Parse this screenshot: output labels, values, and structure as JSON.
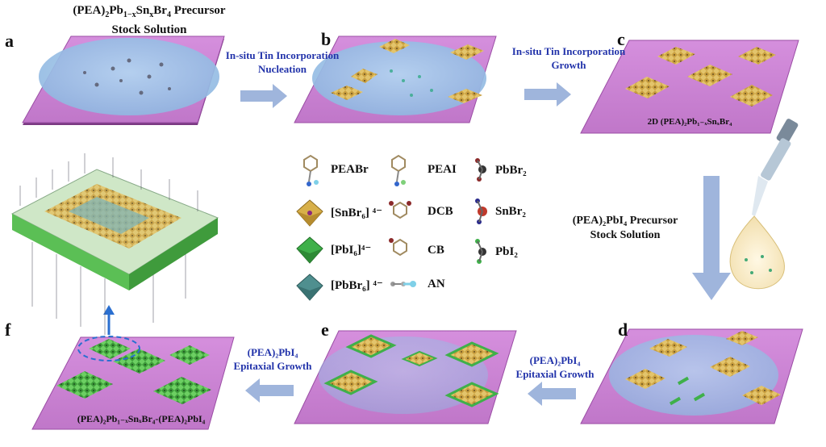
{
  "panels": {
    "a": "a",
    "b": "b",
    "c": "c",
    "d": "d",
    "e": "e",
    "f": "f"
  },
  "title_top": {
    "line1_pre": "(PEA)",
    "line1_sub1": "2",
    "line1_mid": "Pb",
    "line1_sub2": "1−x",
    "line1_mid2": "Sn",
    "line1_sub3": "x",
    "line1_mid3": "Br",
    "line1_sub4": "4",
    "line1_post": " Precursor",
    "line2": "Stock Solution"
  },
  "steps": {
    "ab_line1": "In-situ Tin Incorporation",
    "ab_line2": "Nucleation",
    "bc_line1": "In-situ Tin Incorporation",
    "bc_line2": "Growth",
    "de_line1": "(PEA)₂PbI₄",
    "de_line2": "Epitaxial Growth",
    "ef_line1": "(PEA)₂PbI₄",
    "ef_line2": "Epitaxial Growth"
  },
  "captions": {
    "c_label": "2D  (PEA)₂Pb₁₋ₓSnₓBr₄",
    "precursor_line1": "(PEA)₂PbI₄ Precursor",
    "precursor_line2": "Stock Solution",
    "f_label": "(PEA)₂Pb₁₋ₓSnₓBr₄-(PEA)₂PbI₄"
  },
  "legend": {
    "peabr": "PEABr",
    "peai": "PEAI",
    "pbbr2": "PbBr₂",
    "snbr6": "[SnBr₆] ⁴⁻",
    "dcb": "DCB",
    "snbr2": "SnBr₂",
    "pbi6": "[PbI₆]⁴⁻",
    "cb": "CB",
    "pbi2": "PbI₂",
    "pbbr6": "[PbBr₆] ⁴⁻",
    "an": "AN"
  },
  "colors": {
    "substrate": "#c97fd1",
    "substrate_edge": "#9b4ea5",
    "solution": "#9fc3e6",
    "arrow": "#9fb5dc",
    "pbi6": "#3fb04a",
    "snbr6": "#d8b04a",
    "pbbr6": "#4f8f8f",
    "step_text": "#2233aa"
  }
}
